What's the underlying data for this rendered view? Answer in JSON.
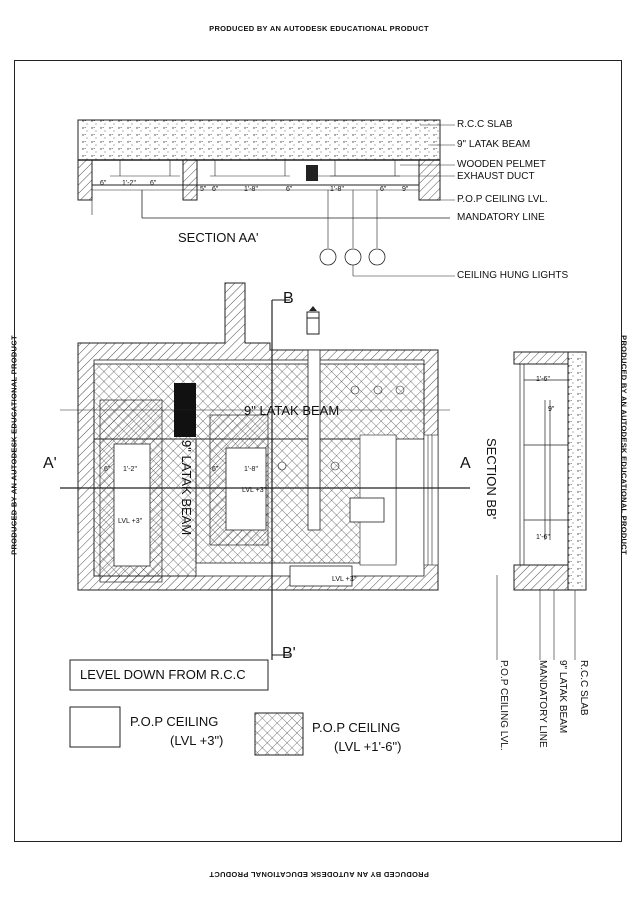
{
  "watermark": "PRODUCED BY AN AUTODESK EDUCATIONAL PRODUCT",
  "section_aa": {
    "title": "SECTION AA'",
    "labels": [
      "R.C.C SLAB",
      "9\" LATAK BEAM",
      "WOODEN PELMET",
      "EXHAUST DUCT",
      "P.O.P CEILING LVL.",
      "MANDATORY LINE",
      "CEILING HUNG LIGHTS"
    ],
    "dims": [
      "1'-2\"",
      "6\"",
      "6\"",
      "5\"",
      "6\"",
      "1'-8\"",
      "6\"",
      "1'-8\"",
      "6\"",
      "9\""
    ]
  },
  "plan": {
    "section_b": "B",
    "section_b_prime": "B'",
    "section_a": "A'",
    "section_a_right": "A",
    "beam_h": "9\" LATAK BEAM",
    "beam_v": "9\" LATAK BEAM",
    "lvl_labels": [
      "LVL +3\"",
      "LVL +3\"",
      "LVL +3\""
    ],
    "dims": [
      "1'-2\"",
      "6\"",
      "1'-8\"",
      "6\""
    ]
  },
  "section_bb": {
    "title": "SECTION BB'",
    "labels": [
      "R.C.C SLAB",
      "9\" LATAK BEAM",
      "MANDATORY LINE",
      "P.O.P CEILING LVL."
    ],
    "dims": [
      "1'-6\"",
      "9\"",
      "1'-6\""
    ]
  },
  "legend": {
    "title": "LEVEL DOWN FROM R.C.C",
    "item1_name": "P.O.P CEILING",
    "item1_level": "(LVL +3\")",
    "item2_name": "P.O.P CEILING",
    "item2_level": "(LVL +1'-6\")"
  }
}
